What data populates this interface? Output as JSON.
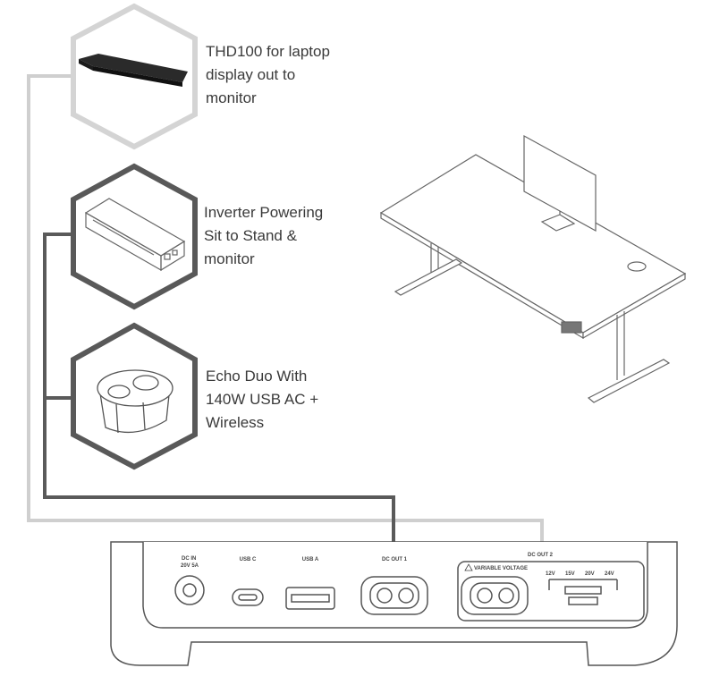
{
  "callouts": [
    {
      "text": "THD100 for laptop\ndisplay out to\nmonitor",
      "frame": "light-gray"
    },
    {
      "text": "Inverter Powering\nSit to Stand &\nmonitor",
      "frame": "dark-gray"
    },
    {
      "text": "Echo Duo With\n140W USB AC +\nWireless",
      "frame": "dark-gray"
    }
  ],
  "ports": {
    "dc_in": "DC IN\n20V 5A",
    "usb_c": "USB C",
    "usb_a": "USB A",
    "dc_out_1": "DC OUT 1",
    "dc_out_2": "DC OUT 2",
    "variable_voltage": "VARIABLE VOLTAGE",
    "voltages": [
      "12V",
      "15V",
      "20V",
      "24V"
    ]
  },
  "colors": {
    "light_frame": "#d4d4d4",
    "dark_frame": "#595959",
    "line_art": "#555555"
  }
}
